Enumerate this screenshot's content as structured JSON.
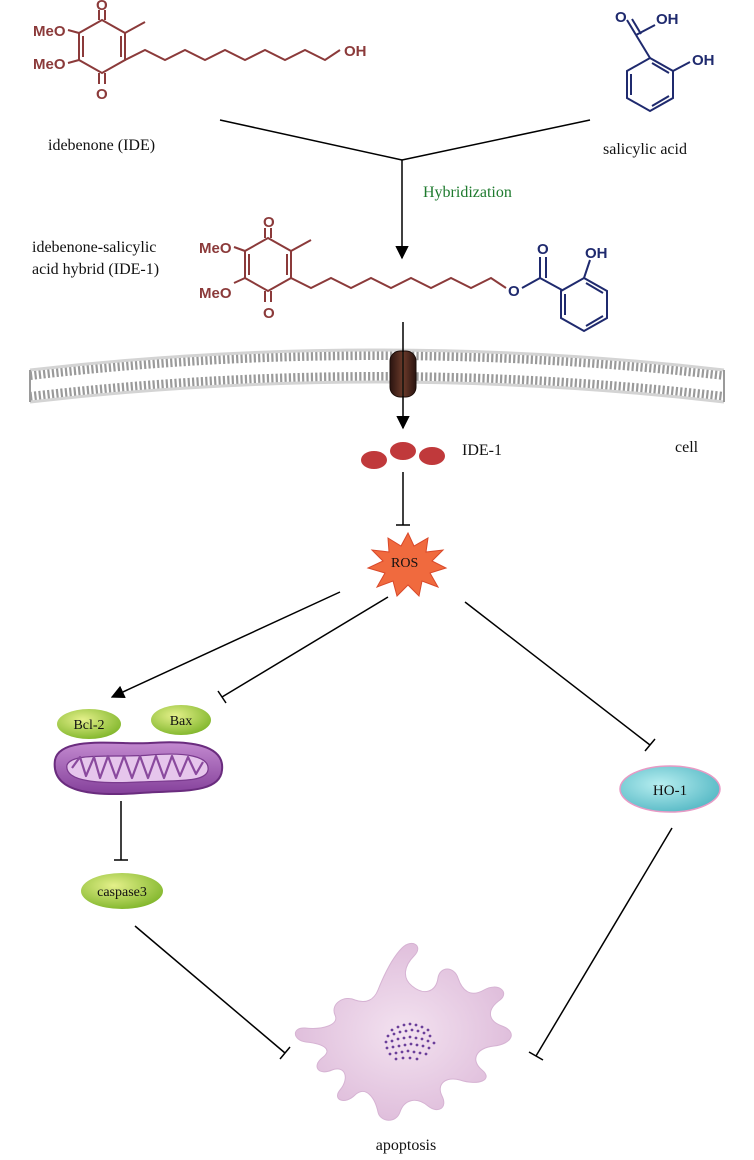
{
  "colors": {
    "ide": "#8b3a3a",
    "sal": "#1f2a6e",
    "hybridization": "#1e7a2e",
    "ros_fill": "#f06a3e",
    "ide1_particles": "#c0393b",
    "pill_green": "#a9cf3c",
    "mito_fill": "#a15bb0",
    "ho1_fill": "#7cd0d6",
    "apoptosis_fill": "#e8cfe4",
    "membrane": "#bdbdbd"
  },
  "structures": {
    "ide_meo_top": "MeO",
    "ide_meo_bottom": "MeO",
    "ide_o_top": "O",
    "ide_o_bottom": "O",
    "ide_oh": "OH",
    "sal_o": "O",
    "sal_oh_acid": "OH",
    "sal_oh_phenol": "OH",
    "hyb_meo_top": "MeO",
    "hyb_meo_bottom": "MeO",
    "hyb_o_top": "O",
    "hyb_o_bottom": "O",
    "hyb_ester_o": "O",
    "hyb_carbonyl_o": "O",
    "hyb_oh": "OH"
  },
  "labels": {
    "idebenone": "idebenone (IDE)",
    "salicylic": "salicylic acid",
    "hybridization": "Hybridization",
    "hybrid_line1": "idebenone-salicylic",
    "hybrid_line2": "acid hybrid (IDE-1)",
    "ide1": "IDE-1",
    "cell": "cell",
    "ros": "ROS",
    "bcl2": "Bcl-2",
    "bax": "Bax",
    "ho1": "HO-1",
    "caspase3": "caspase3",
    "apoptosis": "apoptosis"
  }
}
